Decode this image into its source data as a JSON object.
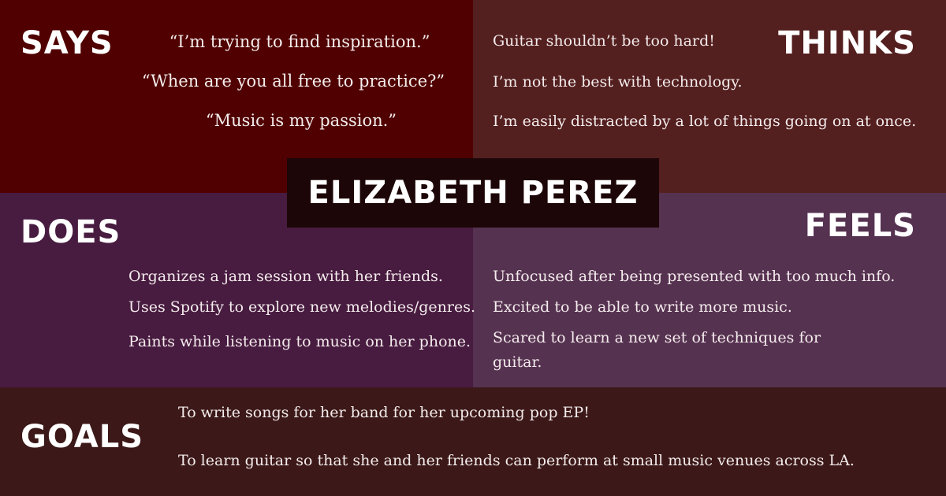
{
  "persona_name": "ELIZABETH PEREZ",
  "colors": {
    "says_bg": "#500000",
    "thinks_bg": "#541f1f",
    "does_bg": "#481b40",
    "feels_bg": "#563251",
    "goals_bg": "#3c1818",
    "name_bg": "#1d0607",
    "text": "#f4ecec"
  },
  "says": {
    "heading": "SAYS",
    "items": [
      "“I’m trying to find inspiration.”",
      "“When are you all free to practice?”",
      "“Music is my passion.”"
    ]
  },
  "thinks": {
    "heading": "THINKS",
    "items": [
      "Guitar shouldn’t be too hard!",
      "I’m not the best with technology.",
      "I’m easily distracted by a lot of things going on at once."
    ]
  },
  "does": {
    "heading": "DOES",
    "items": [
      "Organizes a jam session with her friends.",
      "Uses Spotify to explore new melodies/genres.",
      "Paints while listening to music on her phone."
    ]
  },
  "feels": {
    "heading": "FEELS",
    "items": [
      "Unfocused after being presented with too much info.",
      "Excited to be able to write more music.",
      "Scared to learn a new set of techniques for guitar."
    ]
  },
  "goals": {
    "heading": "GOALS",
    "items": [
      "To write songs for her band for her upcoming pop EP!",
      "To learn guitar so that she and her friends can perform at small music venues across LA."
    ]
  }
}
